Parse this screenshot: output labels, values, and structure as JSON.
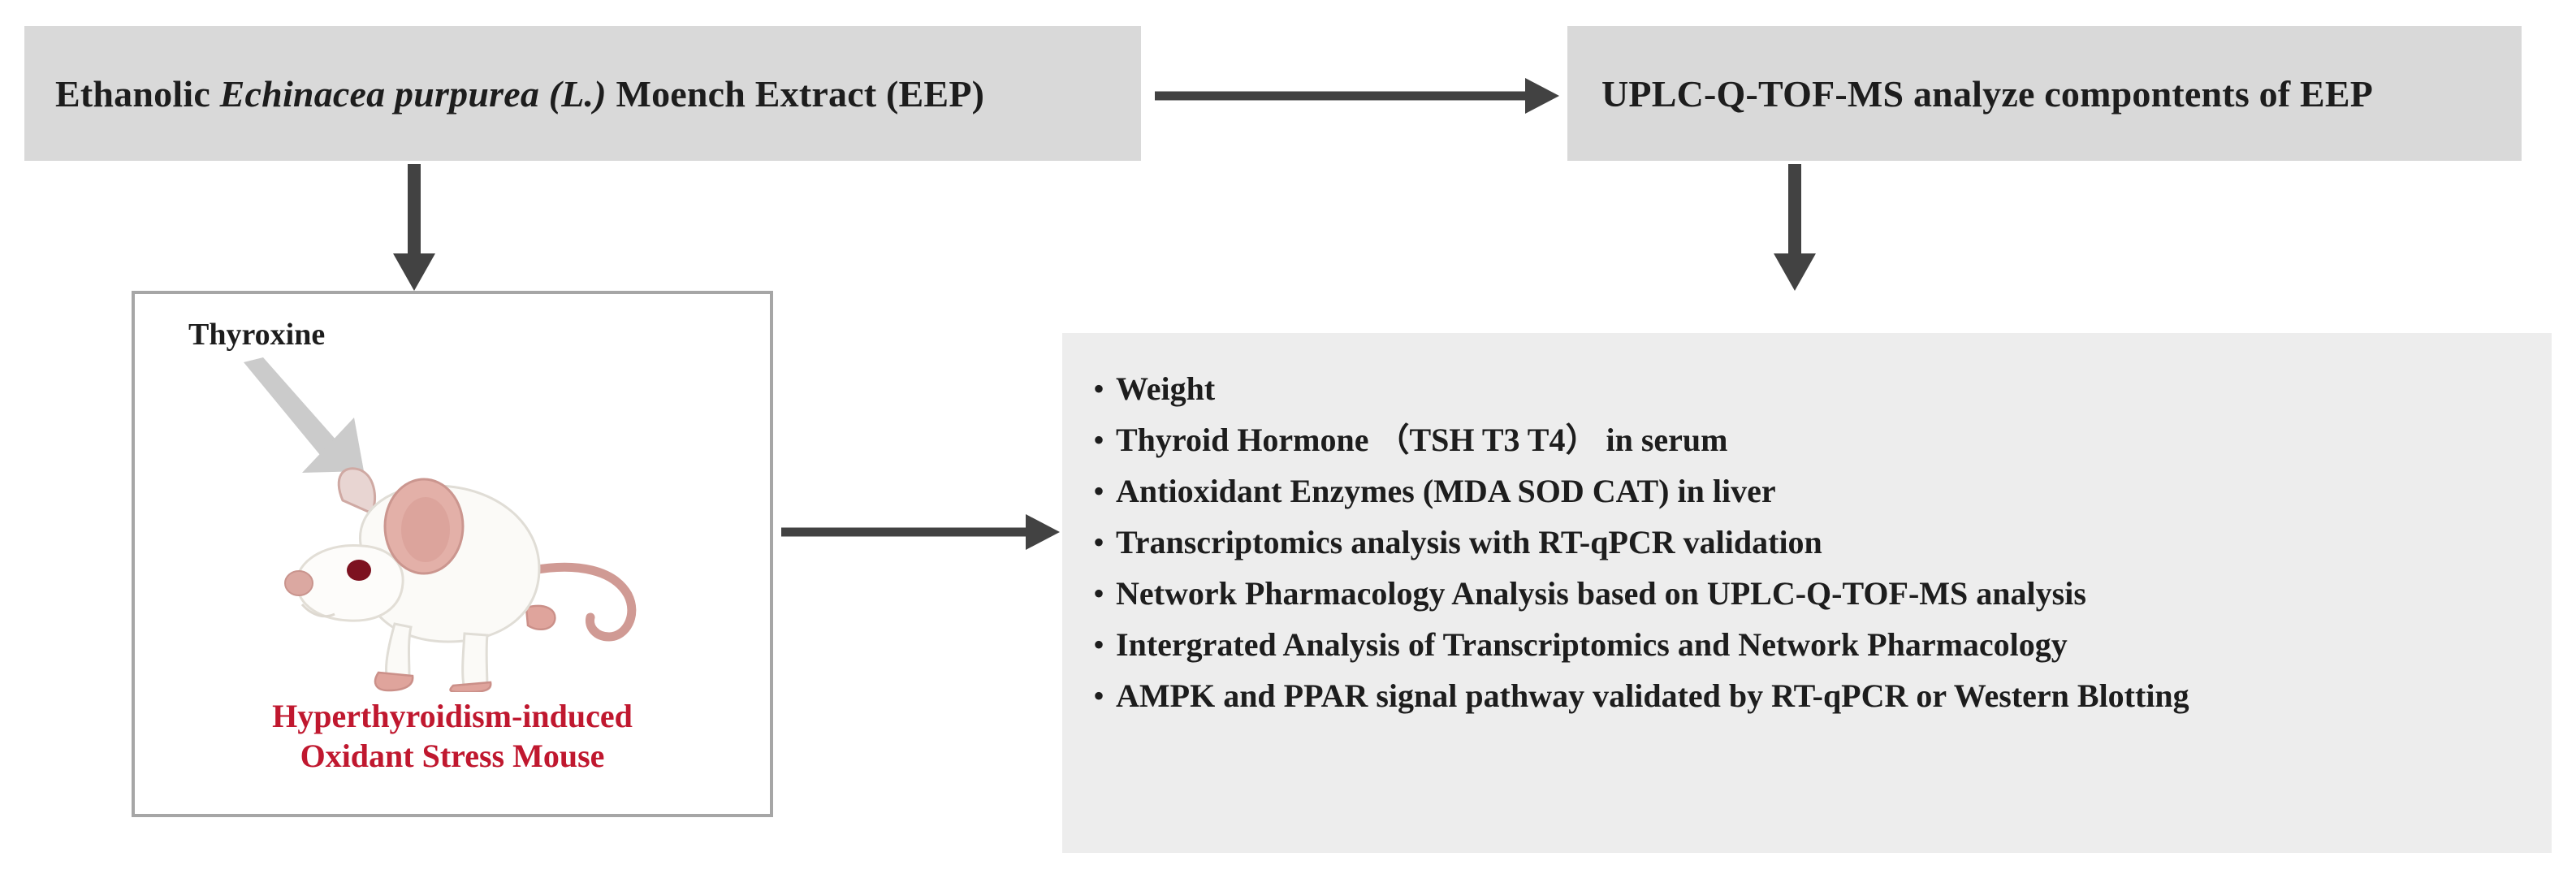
{
  "figure": {
    "type": "experimental-workflow-diagram",
    "colors": {
      "box_fill": "#d9d9d9",
      "panel_fill": "#ededed",
      "panel_border": "#a6a6a6",
      "arrow": "#424242",
      "highlight_red": "#c0182f",
      "thyroxine_arrow": "#cccccc"
    }
  },
  "boxes": {
    "extract": {
      "text": "Ethanolic Echinacea purpurea (L.) Moench Extract (EEP)",
      "plain_prefix": "Ethanolic ",
      "italic_part": "Echinacea purpurea (L.)",
      "plain_suffix": " Moench Extract (EEP)"
    },
    "uplc": {
      "text": "UPLC-Q-TOF-MS analyze compontents of EEP"
    }
  },
  "mouse_panel": {
    "treatment_label": "Thyroxine",
    "caption_line1": "Hyperthyroidism-induced",
    "caption_line2": "Oxidant Stress Mouse"
  },
  "bullets": {
    "marker": "•",
    "items": [
      {
        "text": "Weight"
      },
      {
        "text": "Thyroid Hormone （TSH T3 T4） in serum"
      },
      {
        "text": "Antioxidant Enzymes (MDA SOD CAT) in liver"
      },
      {
        "text": "Transcriptomics analysis with RT-qPCR validation"
      },
      {
        "text": "Network Pharmacology Analysis based on UPLC-Q-TOF-MS analysis"
      },
      {
        "text": "Intergrated Analysis of Transcriptomics and Network Pharmacology"
      },
      {
        "text": "AMPK and PPAR signal pathway validated by RT-qPCR or Western Blotting"
      }
    ]
  },
  "arrows": [
    {
      "name": "extract-to-uplc",
      "direction": "right"
    },
    {
      "name": "extract-down",
      "direction": "down"
    },
    {
      "name": "uplc-down",
      "direction": "down"
    },
    {
      "name": "mouse-to-bullets",
      "direction": "right"
    },
    {
      "name": "thyroxine-to-mouse",
      "direction": "down-right"
    }
  ]
}
